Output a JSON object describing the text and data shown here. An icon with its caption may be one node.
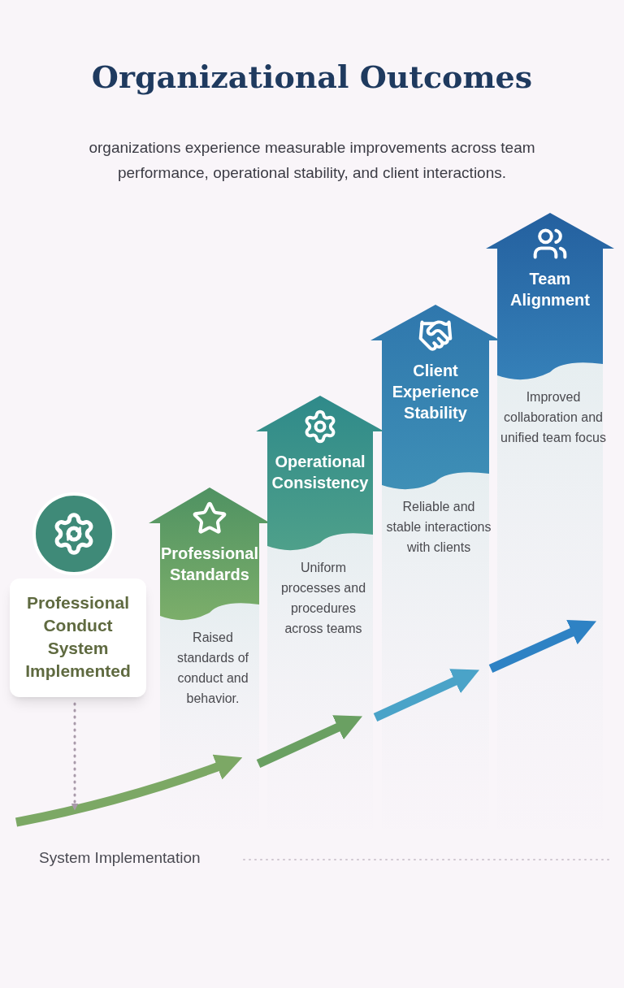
{
  "diagram": {
    "title": "Organizational Outcomes",
    "nodes": [
      {
        "text": [
          "Professional Conduct System Implemented"
        ]
      },
      {
        "text": [
          "Professional Standards",
          "Raised standards of conduct and behavior."
        ]
      },
      {
        "text": [
          "Operational Consistency",
          "Uniform processes and procedures across teams"
        ]
      },
      {
        "text": [
          "Client Experience Stability",
          "Reliable and stable interactions with clients"
        ]
      },
      {
        "text": [
          "Team Alignment",
          "Improved collaboration and unified team focus"
        ]
      }
    ],
    "edges": [
      {
        "from": null,
        "to": 1,
        "arrow": "to",
        "color": "#7ca865"
      },
      {
        "from": 1,
        "to": 2,
        "arrow": "to",
        "color": "#6aa062"
      },
      {
        "from": 2,
        "to": 3,
        "arrow": "to",
        "color": "#4aa3c8"
      },
      {
        "from": 3,
        "to": 4,
        "arrow": "to",
        "color": "#2e82c4"
      },
      {
        "from": 0,
        "to": null,
        "arrow": "to",
        "style": "dashed",
        "color": "#a99aaa"
      }
    ],
    "labels": [
      "organizations experience measurable improvements across team performance, operational stability, and client interactions.",
      "System Implementation"
    ]
  }
}
